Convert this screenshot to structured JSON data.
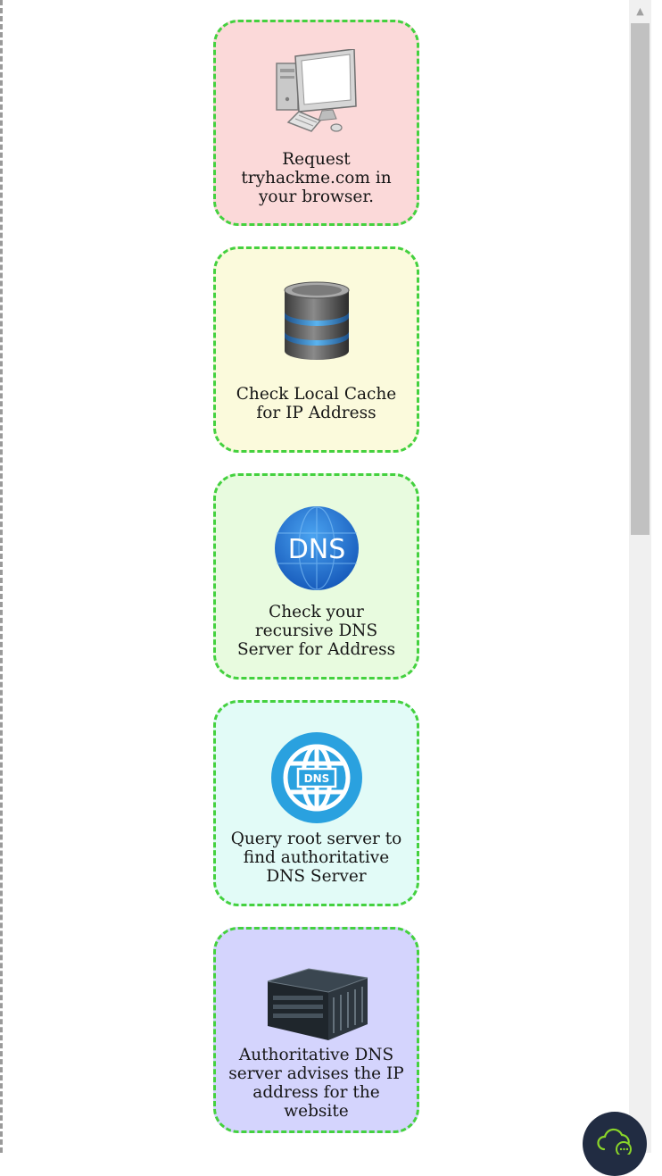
{
  "steps": [
    {
      "label": "Request\ntryhackme.com in\nyour browser.",
      "icon": "desktop-computer-icon",
      "background": "#fbd9d9"
    },
    {
      "label": "Check Local Cache\nfor IP Address",
      "icon": "database-icon",
      "background": "#fbfadc"
    },
    {
      "label": "Check your\nrecursive DNS\nServer for Address",
      "icon": "dns-badge-icon",
      "icon_text": "DNS",
      "background": "#e8fbdf"
    },
    {
      "label": "Query root server to\nfind authoritative\nDNS Server",
      "icon": "dns-globe-icon",
      "icon_text": "DNS",
      "background": "#e2fbf7"
    },
    {
      "label": "Authoritative DNS\nserver advises the IP\naddress for the\nwebsite",
      "icon": "server-rack-icon",
      "background": "#d4d4fd"
    }
  ],
  "colors": {
    "card_border": "#44d13f",
    "chat_button": "#212c42",
    "chat_icon": "#8bd629"
  },
  "chat": {
    "icon": "chat-cloud-icon"
  },
  "scrollbar": {
    "up_arrow": "▲"
  }
}
